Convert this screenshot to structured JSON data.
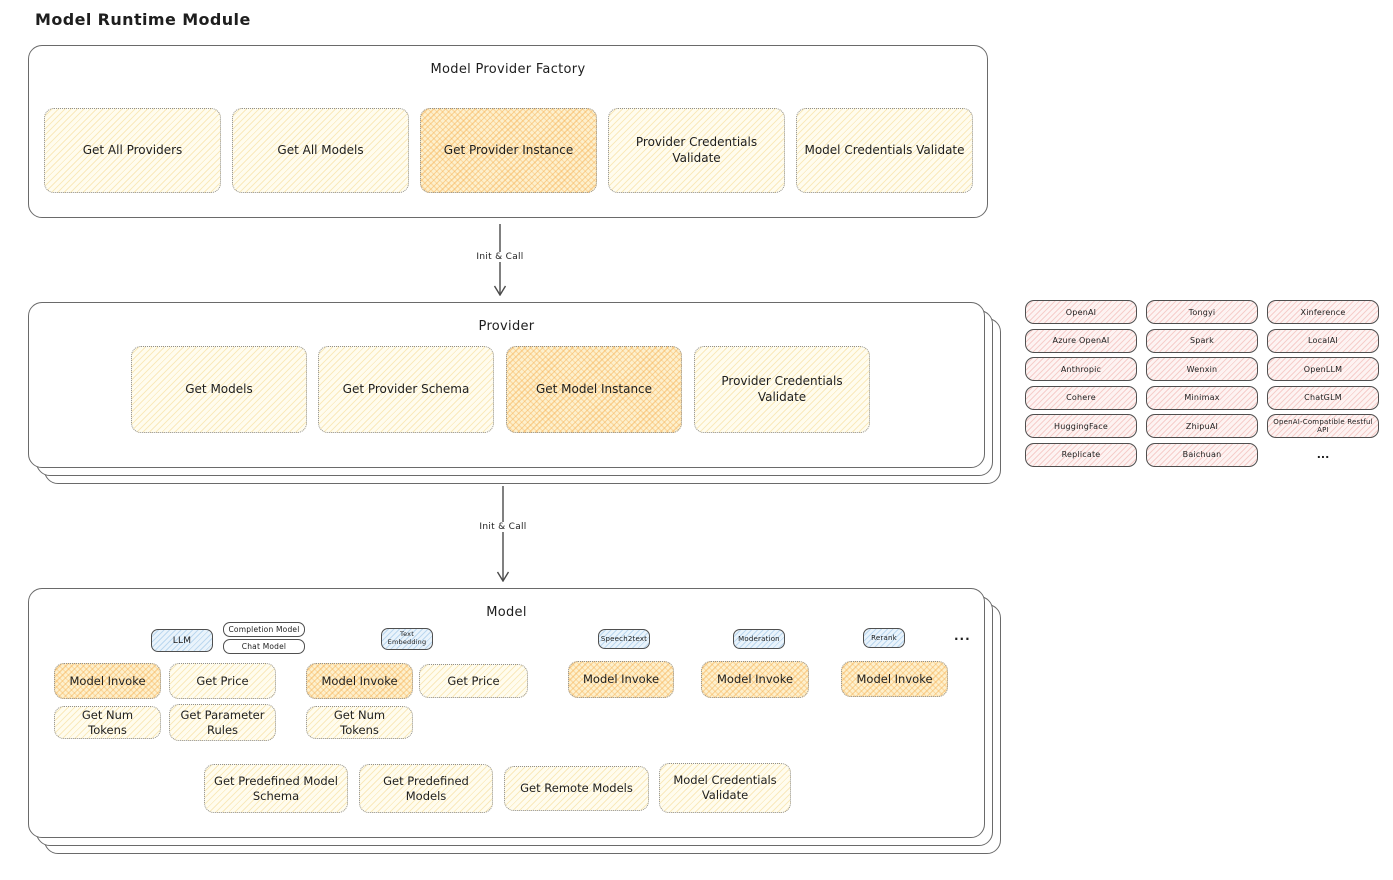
{
  "title": "Model Runtime Module",
  "colors": {
    "yellow_button_bg": "#fffcee",
    "yellow_highlight_bg": "#fdf0cd",
    "orange_hatch": "#f6b256",
    "pink_chip_bg": "#fdf3f2",
    "pink_hatch": "#eb9691",
    "blue_tag_bg": "#e9f3fb",
    "blue_hatch": "#7db2de",
    "ink": "#1e1e1e",
    "box_border": "#6a6a6a"
  },
  "factory": {
    "title": "Model Provider Factory",
    "buttons": [
      {
        "label": "Get All Providers",
        "highlighted": false
      },
      {
        "label": "Get All Models",
        "highlighted": false
      },
      {
        "label": "Get Provider Instance",
        "highlighted": true
      },
      {
        "label": "Provider Credentials Validate",
        "highlighted": false
      },
      {
        "label": "Model Credentials Validate",
        "highlighted": false
      }
    ]
  },
  "arrows": {
    "factory_to_provider": "Init & Call",
    "provider_to_model": "Init & Call"
  },
  "provider": {
    "title": "Provider",
    "buttons": [
      {
        "label": "Get Models",
        "highlighted": false
      },
      {
        "label": "Get Provider Schema",
        "highlighted": false
      },
      {
        "label": "Get Model Instance",
        "highlighted": true
      },
      {
        "label": "Provider Credentials Validate",
        "highlighted": false
      }
    ]
  },
  "providers_list": {
    "col1": [
      "OpenAI",
      "Azure OpenAI",
      "Anthropic",
      "Cohere",
      "HuggingFace",
      "Replicate"
    ],
    "col2": [
      "Tongyi",
      "Spark",
      "Wenxin",
      "Minimax",
      "ZhipuAI",
      "Baichuan"
    ],
    "col3": [
      "Xinference",
      "LocalAI",
      "OpenLLM",
      "ChatGLM",
      "OpenAI-Compatible Restful API"
    ],
    "more": "..."
  },
  "model": {
    "title": "Model",
    "tags": {
      "llm": "LLM",
      "completion": "Completion Model",
      "chat": "Chat Model",
      "text_embedding": "Text Embedding",
      "speech2text": "Speech2text",
      "moderation": "Moderation",
      "rerank": "Rerank",
      "more": "..."
    },
    "buttons": {
      "llm_invoke": "Model Invoke",
      "llm_price": "Get Price",
      "llm_tokens": "Get Num Tokens",
      "llm_rules": "Get Parameter Rules",
      "te_invoke": "Model Invoke",
      "te_price": "Get Price",
      "te_tokens": "Get Num Tokens",
      "s2t_invoke": "Model Invoke",
      "mod_invoke": "Model Invoke",
      "rerank_invoke": "Model Invoke"
    },
    "bottom": [
      "Get Predefined Model Schema",
      "Get Predefined Models",
      "Get Remote Models",
      "Model Credentials Validate"
    ]
  }
}
